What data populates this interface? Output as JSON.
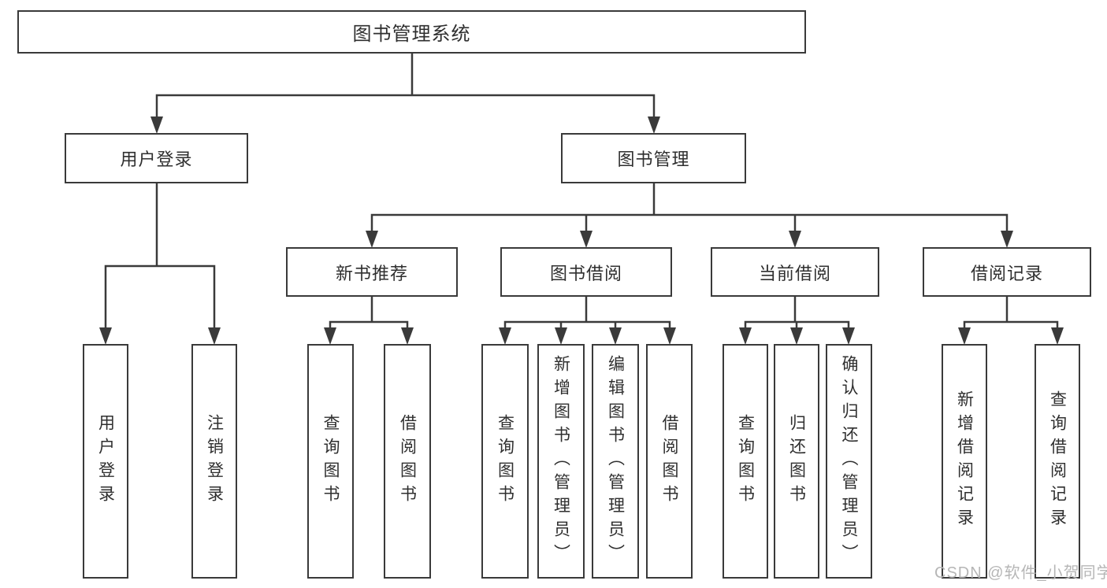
{
  "diagram": {
    "type": "hierarchy-tree",
    "root": {
      "label": "图书管理系统",
      "children": [
        {
          "label": "用户登录",
          "children": [
            {
              "label": "用户登录"
            },
            {
              "label": "注销登录"
            }
          ]
        },
        {
          "label": "图书管理",
          "children": [
            {
              "label": "新书推荐",
              "children": [
                {
                  "label": "查询图书"
                },
                {
                  "label": "借阅图书"
                }
              ]
            },
            {
              "label": "图书借阅",
              "children": [
                {
                  "label": "查询图书"
                },
                {
                  "label": "新增图书（管理员）"
                },
                {
                  "label": "编辑图书（管理员）"
                },
                {
                  "label": "借阅图书"
                }
              ]
            },
            {
              "label": "当前借阅",
              "children": [
                {
                  "label": "查询图书"
                },
                {
                  "label": "归还图书"
                },
                {
                  "label": "确认归还（管理员）"
                }
              ]
            },
            {
              "label": "借阅记录",
              "children": [
                {
                  "label": "新增借阅记录"
                },
                {
                  "label": "查询借阅记录"
                }
              ]
            }
          ]
        }
      ]
    }
  },
  "watermark": {
    "text": "CSDN @软件_小贺同学"
  },
  "colors": {
    "line": "#3a3a3a",
    "box_border": "#3a3a3a",
    "text": "#2f2f2f",
    "background": "#ffffff",
    "watermark": "#b6b6b6"
  }
}
